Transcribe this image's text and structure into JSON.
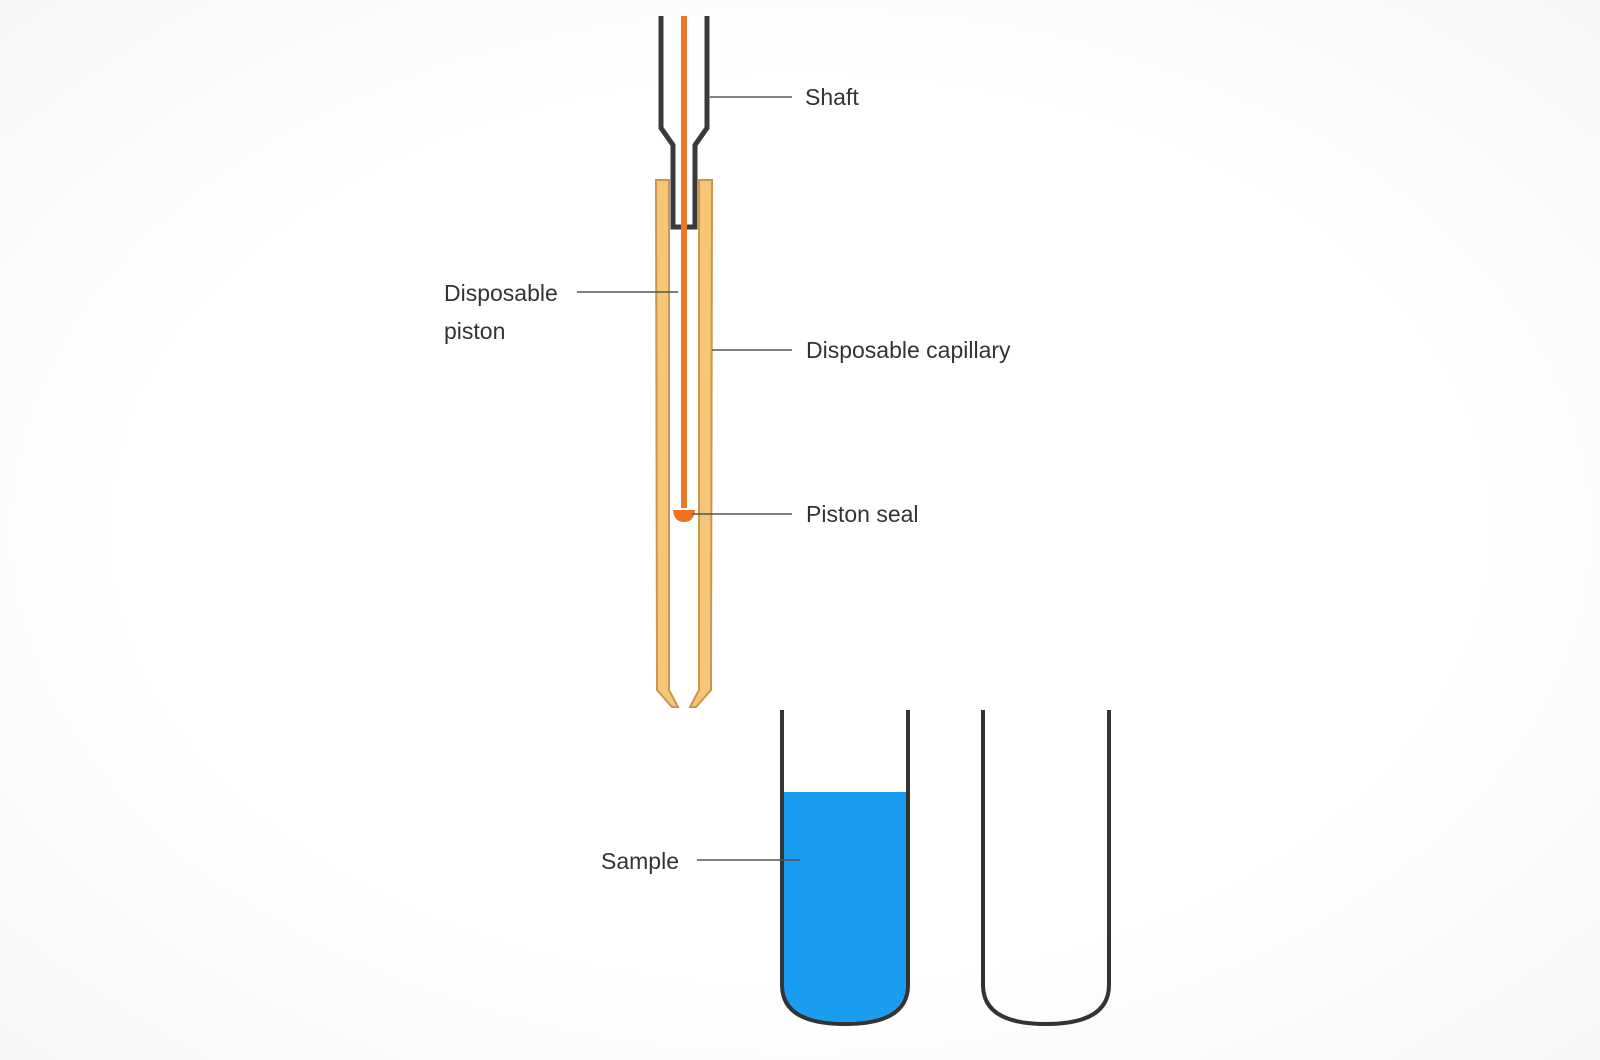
{
  "labels": {
    "shaft": "Shaft",
    "piston_line1": "Disposable",
    "piston_line2": "piston",
    "capillary": "Disposable capillary",
    "seal": "Piston seal",
    "sample": "Sample"
  },
  "colors": {
    "shaft": "#3a3a3a",
    "piston": "#e8782a",
    "capillary_fill": "#f5c678",
    "capillary_edge": "#c9964a",
    "sample": "#1a9cf0",
    "tube": "#333333"
  }
}
